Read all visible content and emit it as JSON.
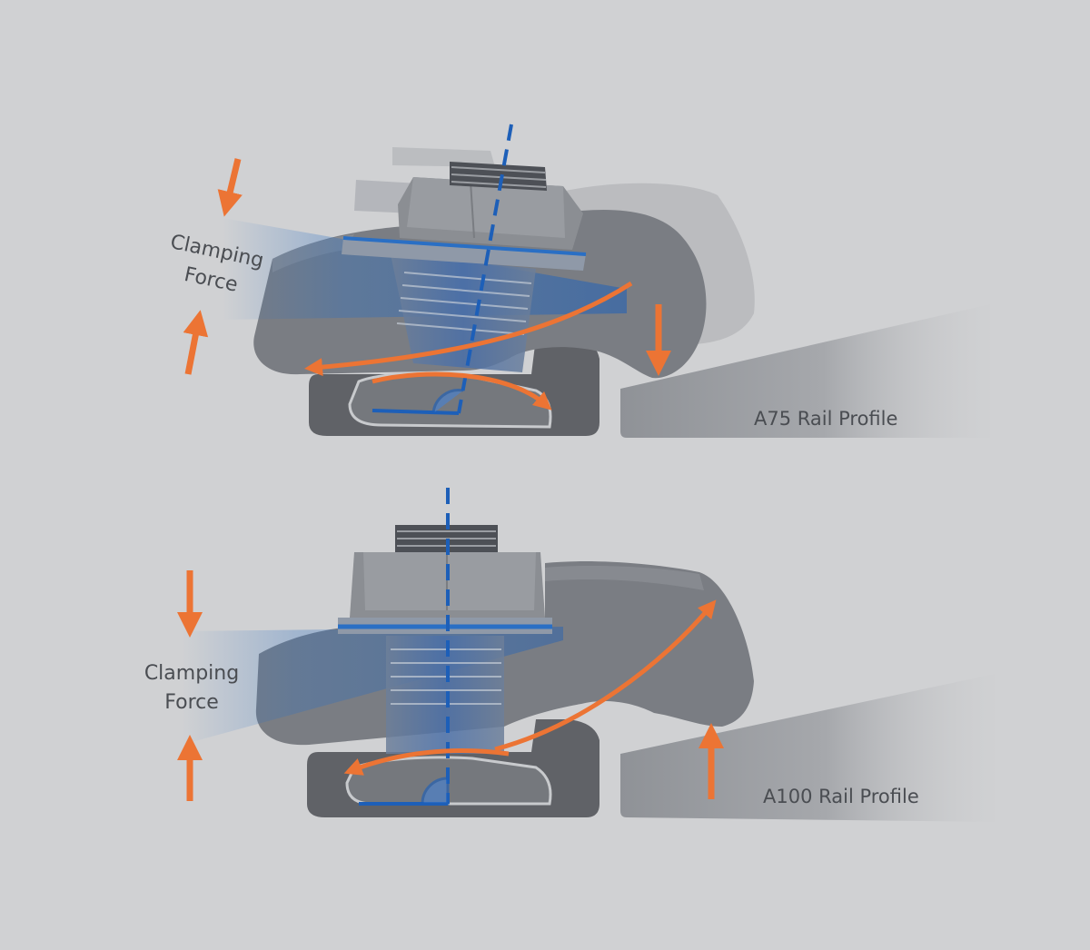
{
  "top_panel": {
    "clamping_label_line1": "Clamping",
    "clamping_label_line2": "Force",
    "rail_label": "A75 Rail Profile"
  },
  "bottom_panel": {
    "clamping_label_line1": "Clamping",
    "clamping_label_line2": "Force",
    "rail_label": "A100 Rail Profile"
  },
  "colors": {
    "background": "#d0d1d3",
    "arrow": "#ec7434",
    "axis": "#1d5fb8",
    "clamp_body": "#7b7e84",
    "rail": "#a4a7ab"
  },
  "icons": {
    "force_arrow": "arrow-icon",
    "angle_marker": "right-angle-icon"
  }
}
